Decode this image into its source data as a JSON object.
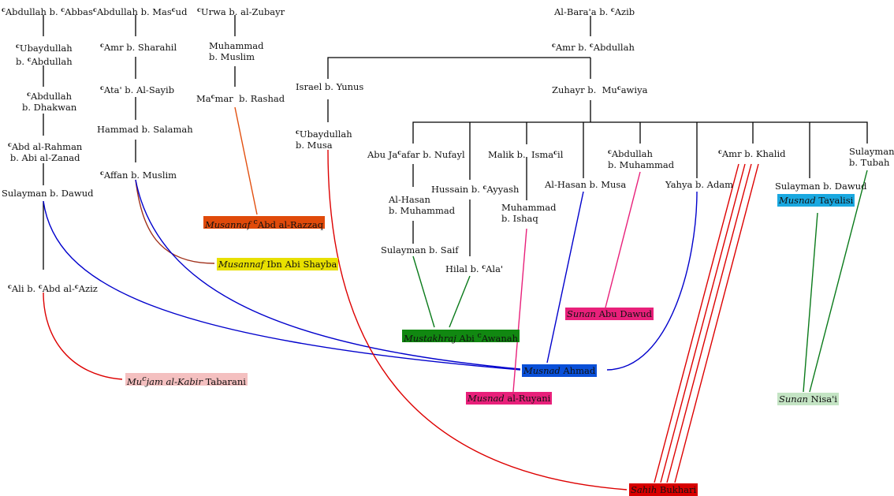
{
  "title": "Isnad diagram of hadith transmission chains",
  "ain_symbol": "c",
  "colors": {
    "black": "#000000",
    "blue": "#0000cc",
    "red": "#dd0000",
    "orange": "#e25010",
    "brown": "#a0301a",
    "pink": "#e8207a",
    "green": "#0a7a1a",
    "book_razzaq_bg": "#e04a0a",
    "book_shayba_bg": "#e8e000",
    "book_awanah_bg": "#118811",
    "book_ahmad_bg": "#0a50d8",
    "book_ruyani_bg": "#e8207a",
    "book_abudawud_bg": "#e8207a",
    "book_tabarani_bg": "#f4c0c0",
    "book_bukhari_bg": "#d80000",
    "book_tayalisi_bg": "#1aa8e0",
    "book_nisai_bg": "#c4e4c4"
  },
  "narrators": {
    "abdullah_abbas": [
      "",
      "Abdullah b. ",
      "",
      "Abbas"
    ],
    "ubaydullah_abdullah_1": [
      "",
      "Ubaydullah"
    ],
    "ubaydullah_abdullah_2": [
      "b. ",
      "",
      "Abdullah"
    ],
    "abdullah_dhakwan_1": [
      "",
      "Abdullah"
    ],
    "abdullah_dhakwan_2": "b. Dhakwan",
    "abdrahman_1": [
      "",
      "Abd al-Rahman"
    ],
    "abdrahman_2": "b. Abi al-Zanad",
    "sulayman_dawud_left": "Sulayman b. Dawud",
    "ali_abdaziz": [
      "",
      "Ali b. ",
      "",
      "Abd al-",
      "",
      "Aziz"
    ],
    "abdullah_masud": [
      "",
      "Abdullah b. Mas",
      "",
      "ud"
    ],
    "amr_sharahil": [
      "",
      "Amr b. Sharahil"
    ],
    "ata_sayib": [
      "",
      "Ata' b. Al-Sayib"
    ],
    "hammad_salamah": "Hammad b. Salamah",
    "affan_muslim": [
      "",
      "Affan b. Muslim"
    ],
    "urwa_zubayr": [
      "",
      "Urwa b. al-Zubayr"
    ],
    "muhammad_muslim_1": "Muhammad",
    "muhammad_muslim_2": "b. Muslim",
    "mamar_rashad": [
      "Ma",
      "",
      "mar  b. Rashad"
    ],
    "bara_azib": [
      "Al-Bara'a b. ",
      "",
      "Azib"
    ],
    "amr_abdullah": [
      "",
      "Amr b. ",
      "",
      "Abdullah"
    ],
    "israel_yunus": "Israel b. Yunus",
    "ubaydullah_musa_1": [
      "",
      "Ubaydullah"
    ],
    "ubaydullah_musa_2": "b. Musa",
    "zuhayr_muawiya": [
      "Zuhayr b.  Mu",
      "",
      "awiya"
    ],
    "abujafar_nufayl": [
      "Abu Ja",
      "",
      "afar b. Nufayl"
    ],
    "alhasan_muhammad_1": "Al-Hasan",
    "alhasan_muhammad_2": "b. Muhammad",
    "sulayman_saif": "Sulayman b. Saif",
    "hussain_ayyash": [
      "Hussain b. ",
      "",
      "Ayyash"
    ],
    "hilal_ala": [
      "Hilal b. ",
      "",
      "Ala'"
    ],
    "malik_ismail": [
      "Malik b.  Isma",
      "",
      "il"
    ],
    "muhammad_ishaq_1": "Muhammad",
    "muhammad_ishaq_2": "b. Ishaq",
    "alhasan_musa": "Al-Hasan b. Musa",
    "abdullah_muhammad_1": [
      "",
      "Abdullah"
    ],
    "abdullah_muhammad_2": "b. Muhammad",
    "yahya_adam": "Yahya b. Adam",
    "amr_khalid": [
      "",
      "Amr b. Khalid"
    ],
    "sulayman_dawud_right": "Sulayman b. Dawud",
    "sulayman_tubah_1": "Sulayman",
    "sulayman_tubah_2": "b. Tubah"
  },
  "books": {
    "razzaq": {
      "italic": "Musannaf ",
      "pre_ain": "",
      "rest": "Abd al-Razzaq",
      "has_ain": true
    },
    "shayba": {
      "italic": "Musannaf",
      "rest": " Ibn Abi Shayba"
    },
    "awanah": {
      "italic": "Mustakhraj",
      "rest_pre": " Abi ",
      "rest": "Awanah",
      "has_ain": true
    },
    "ahmad": {
      "italic": "Musnad",
      "rest": " Ahmad"
    },
    "ruyani": {
      "italic": "Musnad",
      "rest": " al-Ruyani"
    },
    "abudawud": {
      "italic": "Sunan",
      "rest": " Abu Dawud"
    },
    "tabarani": {
      "italic_pre": "Mu",
      "italic_post": "jam al-Kabir",
      "rest": " Tabarani"
    },
    "bukhari": {
      "italic": "Sahih",
      "rest": " Bukhari"
    },
    "tayalisi": {
      "italic": "Musnad",
      "rest": " Tayalisi"
    },
    "nisai": {
      "italic": "Sunan",
      "rest": " Nisa'i"
    }
  }
}
